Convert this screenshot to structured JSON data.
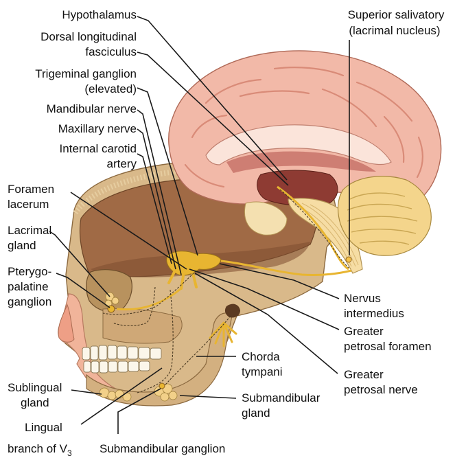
{
  "labels": {
    "hypothalamus": "Hypothalamus",
    "dlf_1": "Dorsal longitudinal",
    "dlf_2": "fasciculus",
    "tg_1": "Trigeminal ganglion",
    "tg_2": "(elevated)",
    "mandibular": "Mandibular nerve",
    "maxillary": "Maxillary nerve",
    "ica_1": "Internal carotid",
    "ica_2": "artery",
    "fl_1": "Foramen",
    "fl_2": "lacerum",
    "lg_1": "Lacrimal",
    "lg_2": "gland",
    "ppg_1": "Pterygo-",
    "ppg_2": "palatine",
    "ppg_3": "ganglion",
    "sublingual_1": "Sublingual",
    "sublingual_2": "gland",
    "lingual_1": "Lingual",
    "lingual_2": "branch of V",
    "lingual_sub": "3",
    "subg": "Submandibular ganglion",
    "ss_1": "Superior salivatory",
    "ss_2": "(lacrimal nucleus)",
    "ni_1": "Nervus",
    "ni_2": "intermedius",
    "gpf_1": "Greater",
    "gpf_2": "petrosal foramen",
    "gpn_1": "Greater",
    "gpn_2": "petrosal nerve",
    "ct_1": "Chorda",
    "ct_2": "tympani",
    "smg_1": "Submandibular",
    "smg_2": "gland"
  },
  "colors": {
    "brain_cortex": "#f2b9a8",
    "brain_sulci": "#d98b78",
    "skull_bone": "#d9b98a",
    "skull_shadow": "#b8925e",
    "cranial_fossa": "#a06a45",
    "skin": "#f1b49a",
    "nerve": "#e8b531",
    "cerebellum": "#f4d58c",
    "brainstem": "#f6dda4",
    "leader_line": "#1a1a1a"
  }
}
